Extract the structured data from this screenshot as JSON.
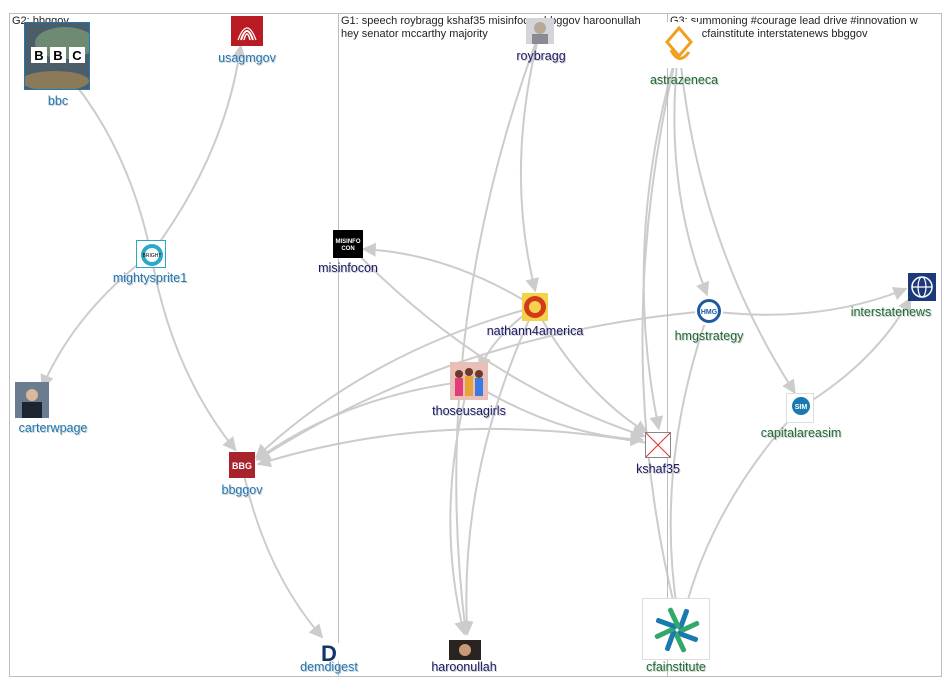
{
  "groups": {
    "g2": {
      "label": "G2: bbggov"
    },
    "g1": {
      "label": "G1: speech roybragg kshaf35 misinfocon bbggov haroonullah",
      "label2": "hey senator mccarthy majority"
    },
    "g3": {
      "label": "G3: summoning #courage lead drive #innovation w",
      "label2": "execs cfainstitute interstatenews bbggov"
    }
  },
  "colors": {
    "g1_text": "#1a1a66",
    "g2_text": "#1f78b4",
    "g3_text": "#1e6b34",
    "edge": "#cccccc",
    "frame": "#bdbdbd"
  },
  "nodes": {
    "bbc": {
      "label": "bbc",
      "icon": "bbc-logo"
    },
    "usagmgov": {
      "label": "usagmgov",
      "icon": "usagm-logo"
    },
    "mightysprite1": {
      "label": "mightysprite1",
      "icon": "mightysprite-logo"
    },
    "carterwpage": {
      "label": "carterwpage",
      "icon": "person-photo"
    },
    "bbggov": {
      "label": "bbggov",
      "icon": "bbg-logo"
    },
    "demdigest": {
      "label": "demdigest",
      "icon": "d-logo"
    },
    "roybragg": {
      "label": "roybragg",
      "icon": "person-photo"
    },
    "misinfocon": {
      "label": "misinfocon",
      "icon": "misinfocon-logo"
    },
    "nathann4america": {
      "label": "nathann4america",
      "icon": "badge-logo"
    },
    "thoseusagirls": {
      "label": "thoseusagirls",
      "icon": "group-photo"
    },
    "kshaf35": {
      "label": "kshaf35",
      "icon": "broken-image-icon"
    },
    "haroonullah": {
      "label": "haroonullah",
      "icon": "person-photo"
    },
    "astrazeneca": {
      "label": "astrazeneca",
      "icon": "astrazeneca-logo"
    },
    "interstatenews": {
      "label": "interstatenews",
      "icon": "globe-logo"
    },
    "hmgstrategy": {
      "label": "hmgstrategy",
      "icon": "hmg-logo"
    },
    "capitalareasim": {
      "label": "capitalareasim",
      "icon": "sim-logo"
    },
    "cfainstitute": {
      "label": "cfainstitute",
      "icon": "cfa-logo"
    }
  },
  "edges": [
    [
      "mightysprite1",
      "bbc"
    ],
    [
      "mightysprite1",
      "usagmgov"
    ],
    [
      "mightysprite1",
      "carterwpage"
    ],
    [
      "mightysprite1",
      "bbggov"
    ],
    [
      "bbggov",
      "demdigest"
    ],
    [
      "roybragg",
      "nathann4america"
    ],
    [
      "roybragg",
      "haroonullah"
    ],
    [
      "nathann4america",
      "misinfocon"
    ],
    [
      "nathann4america",
      "thoseusagirls"
    ],
    [
      "nathann4america",
      "kshaf35"
    ],
    [
      "nathann4america",
      "bbggov"
    ],
    [
      "nathann4america",
      "haroonullah"
    ],
    [
      "misinfocon",
      "kshaf35"
    ],
    [
      "thoseusagirls",
      "bbggov"
    ],
    [
      "thoseusagirls",
      "haroonullah"
    ],
    [
      "thoseusagirls",
      "kshaf35"
    ],
    [
      "kshaf35",
      "bbggov"
    ],
    [
      "astrazeneca",
      "kshaf35"
    ],
    [
      "astrazeneca",
      "hmgstrategy"
    ],
    [
      "astrazeneca",
      "capitalareasim"
    ],
    [
      "hmgstrategy",
      "cfainstitute"
    ],
    [
      "hmgstrategy",
      "bbggov"
    ],
    [
      "hmgstrategy",
      "interstatenews"
    ],
    [
      "capitalareasim",
      "cfainstitute"
    ],
    [
      "capitalareasim",
      "interstatenews"
    ],
    [
      "astrazeneca",
      "cfainstitute"
    ]
  ]
}
